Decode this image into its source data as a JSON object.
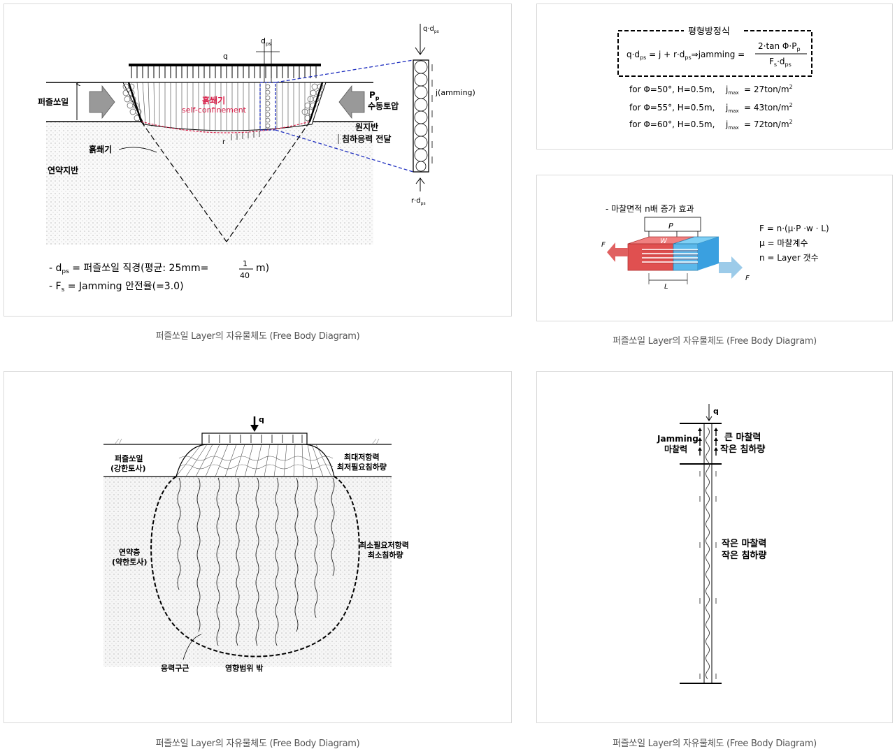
{
  "captions": {
    "c1": "퍼즐쏘일 Layer의 자유물체도 (Free Body Diagram)",
    "c2": "퍼즐쏘일 Layer의 자유물체도 (Free Body Diagram)",
    "c3": "퍼즐쏘일 Layer의 자유물체도 (Free Body Diagram)",
    "c4": "퍼즐쏘일 Layer의 자유물체도 (Free Body Diagram)"
  },
  "fig1": {
    "q": "q",
    "dps": "d",
    "dps_sub": "ps",
    "puzzle_soil": "퍼즐쏘일",
    "confine_ko": "흙쐐기",
    "confine_en": "self-confinement",
    "pp": "P",
    "pp_sub": "p",
    "passive": "수동토압",
    "wedge": "흙쐐기",
    "r": "r",
    "ground": "원지반",
    "transfer": "침하응력 전달",
    "soft": "연약지반",
    "qdps_top": "q·d",
    "qdps_top_sub": "ps",
    "jamming": "j(amming)",
    "rdps_bot": "r·d",
    "rdps_bot_sub": "ps",
    "note1_a": "- d",
    "note1_sub": "ps",
    "note1_b": " = 퍼즐쏘일 직경(평균: 25mm=",
    "note1_num": "1",
    "note1_den": "40",
    "note1_c": "m)",
    "note2_a": "- F",
    "note2_sub": "s",
    "note2_b": " = Jamming 안전율(=3.0)"
  },
  "fig2": {
    "title": "평형방정식",
    "eq_left": "q·d",
    "eq_left_sub": "ps",
    "eq_mid": " = j + r·d",
    "eq_mid_sub": "ps",
    "eq_mid2": "⇒jamming =",
    "frac_num": "2·tan Φ·P",
    "frac_num_sub": "p",
    "frac_den": "F",
    "frac_den_sub": "s",
    "frac_den2": "·d",
    "frac_den2_sub": "ps",
    "rows": [
      {
        "cond": "for Φ=50°, H=0.5m,",
        "j": "j",
        "jsub": "max",
        "val": "= 27ton/m",
        "sup": "2"
      },
      {
        "cond": "for Φ=55°, H=0.5m,",
        "j": "j",
        "jsub": "max",
        "val": "= 43ton/m",
        "sup": "2"
      },
      {
        "cond": "for Φ=60°, H=0.5m,",
        "j": "j",
        "jsub": "max",
        "val": "= 72ton/m",
        "sup": "2"
      }
    ]
  },
  "fig3": {
    "title": "- 마찰면적 n배 증가 효과",
    "p": "P",
    "w": "W",
    "l": "L",
    "f_left": "F",
    "f_right": "F",
    "eq1": "F = n·(μ·P ·w · L)",
    "eq2": "μ = 마찰계수",
    "eq3": "n = Layer 갯수"
  },
  "fig4": {
    "q": "q",
    "puzzle": "퍼즐쏘일",
    "puzzle2": "(강한토사)",
    "max1": "최대저항력",
    "max2": "최저필요침하량",
    "soft1": "연약층",
    "soft2": "(약한토사)",
    "min1": "최소필요저항력",
    "min2": "최소침하량",
    "stress": "응력구근",
    "outside": "영향범위 밖"
  },
  "fig5": {
    "q": "q",
    "jam1": "Jamming",
    "jam2": "마찰력",
    "big1": "큰 마찰력",
    "big2": "작은 침하량",
    "small1": "작은 마찰력",
    "small2": "작은 침하량"
  },
  "colors": {
    "accent_red": "#d9204a",
    "dash_blue": "#1f2fbf",
    "block_red": "#e05050",
    "block_blue": "#3aa0e0"
  }
}
